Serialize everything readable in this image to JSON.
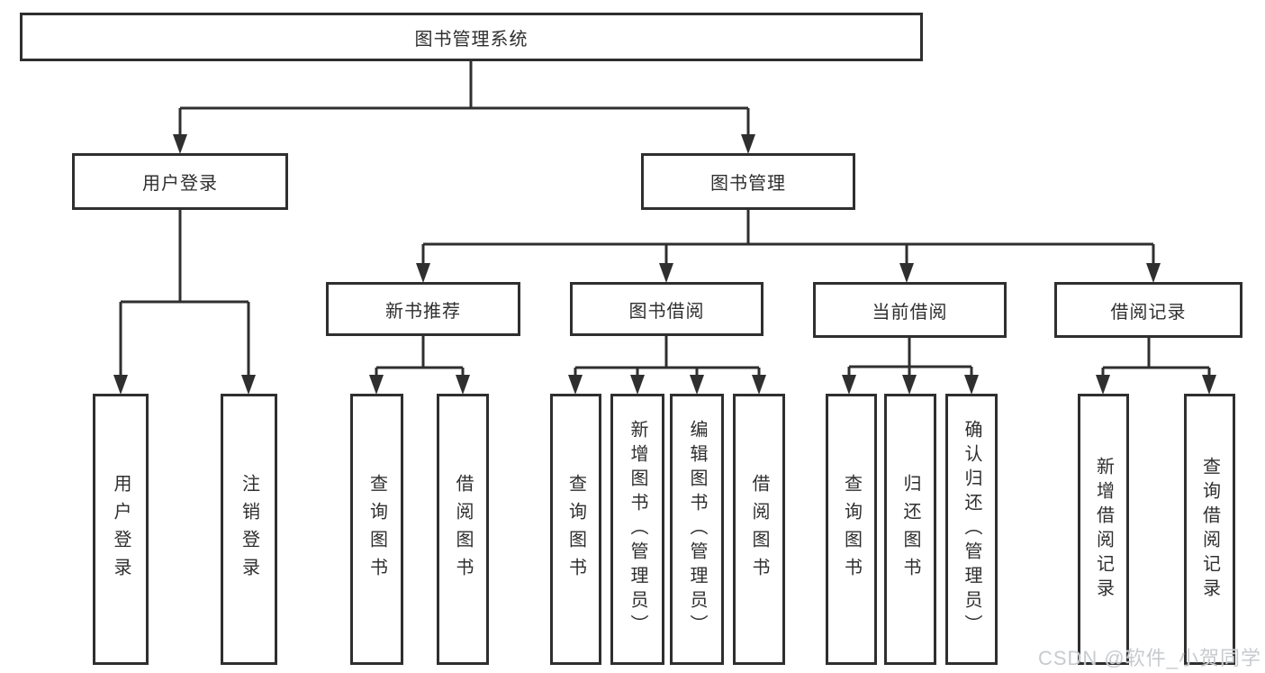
{
  "diagram": {
    "type": "hierarchy-tree",
    "title": "图书管理系统"
  },
  "nodes": {
    "root": "图书管理系统",
    "user_login": "用户登录",
    "book_management": "图书管理",
    "new_book_recommend": "新书推荐",
    "book_borrow": "图书借阅",
    "current_borrow": "当前借阅",
    "borrow_records": "借阅记录",
    "leaf_user_login": "用户登录",
    "leaf_logout": "注销登录",
    "leaf_query_books_recommend": "查询图书",
    "leaf_borrow_books_recommend": "借阅图书",
    "leaf_query_books_borrow": "查询图书",
    "leaf_add_book_admin": "新增图书（管理员）",
    "leaf_edit_book_admin": "编辑图书（管理员）",
    "leaf_borrow_books_borrow": "借阅图书",
    "leaf_query_books_current": "查询图书",
    "leaf_return_book": "归还图书",
    "leaf_confirm_return_admin": "确认归还（管理员）",
    "leaf_add_borrow_record": "新增借阅记录",
    "leaf_query_borrow_record": "查询借阅记录"
  },
  "watermark": "CSDN @软件_小贺同学",
  "colors": {
    "line": "#2f2f2f",
    "text": "#2f2f2f",
    "background": "#ffffff",
    "watermark": "#c7cbcf"
  }
}
